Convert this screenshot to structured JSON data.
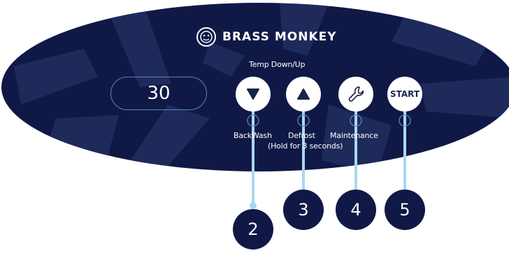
{
  "brand": {
    "name": "BRASS MONKEY",
    "logo_icon": "monkey-head-logo-icon"
  },
  "temp_label": "Temp Down/Up",
  "display": {
    "value": "30"
  },
  "buttons": [
    {
      "id": "temp-down",
      "icon": "triangle-down-icon",
      "caption": "BackWash"
    },
    {
      "id": "temp-up",
      "icon": "triangle-up-icon",
      "caption": "Defrost",
      "caption2": "(Hold for 3 seconds)"
    },
    {
      "id": "maintenance",
      "icon": "wrench-icon",
      "caption": "Maintenance"
    },
    {
      "id": "start",
      "label": "START"
    }
  ],
  "callouts": [
    "2",
    "3",
    "4",
    "5"
  ],
  "colors": {
    "panel": "#101846",
    "accent_line": "#a9d8f2",
    "display_border": "#5b86c4"
  }
}
